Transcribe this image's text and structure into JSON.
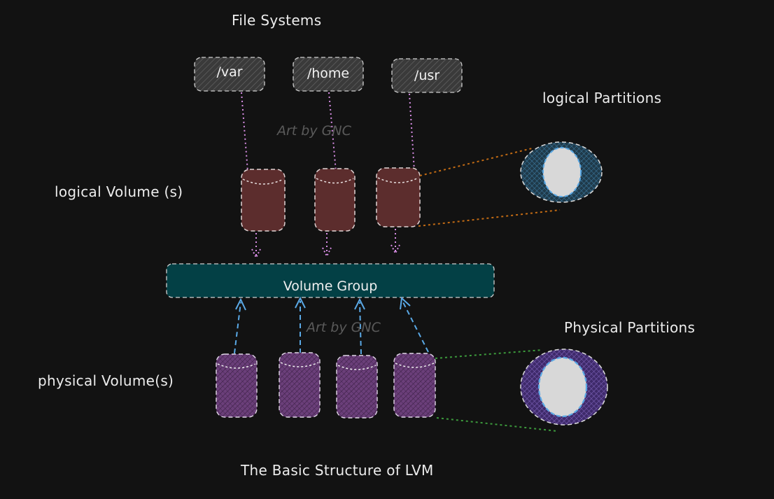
{
  "diagram": {
    "file_systems_title": "File Systems",
    "file_systems": [
      "/var",
      "/home",
      "/usr"
    ],
    "logical_volumes_label": "logical Volume (s)",
    "logical_partitions_label": "logical Partitions",
    "volume_group_label": "Volume Group",
    "physical_partitions_label": "Physical Partitions",
    "physical_volumes_label": "physical Volume(s)",
    "caption": "The Basic Structure of LVM",
    "watermark_text": "Art by GNC"
  },
  "colors": {
    "background": "#121212",
    "fs_box": "#3a3a3a",
    "logical_volume": "#5c2d2d",
    "volume_group": "#034045",
    "physical_volume": "#6b3f7a",
    "dotted_pink": "#d98ee6",
    "dashed_blue": "#5aa9e6",
    "orange_line": "#c26b14",
    "green_line": "#3c9a3c"
  }
}
